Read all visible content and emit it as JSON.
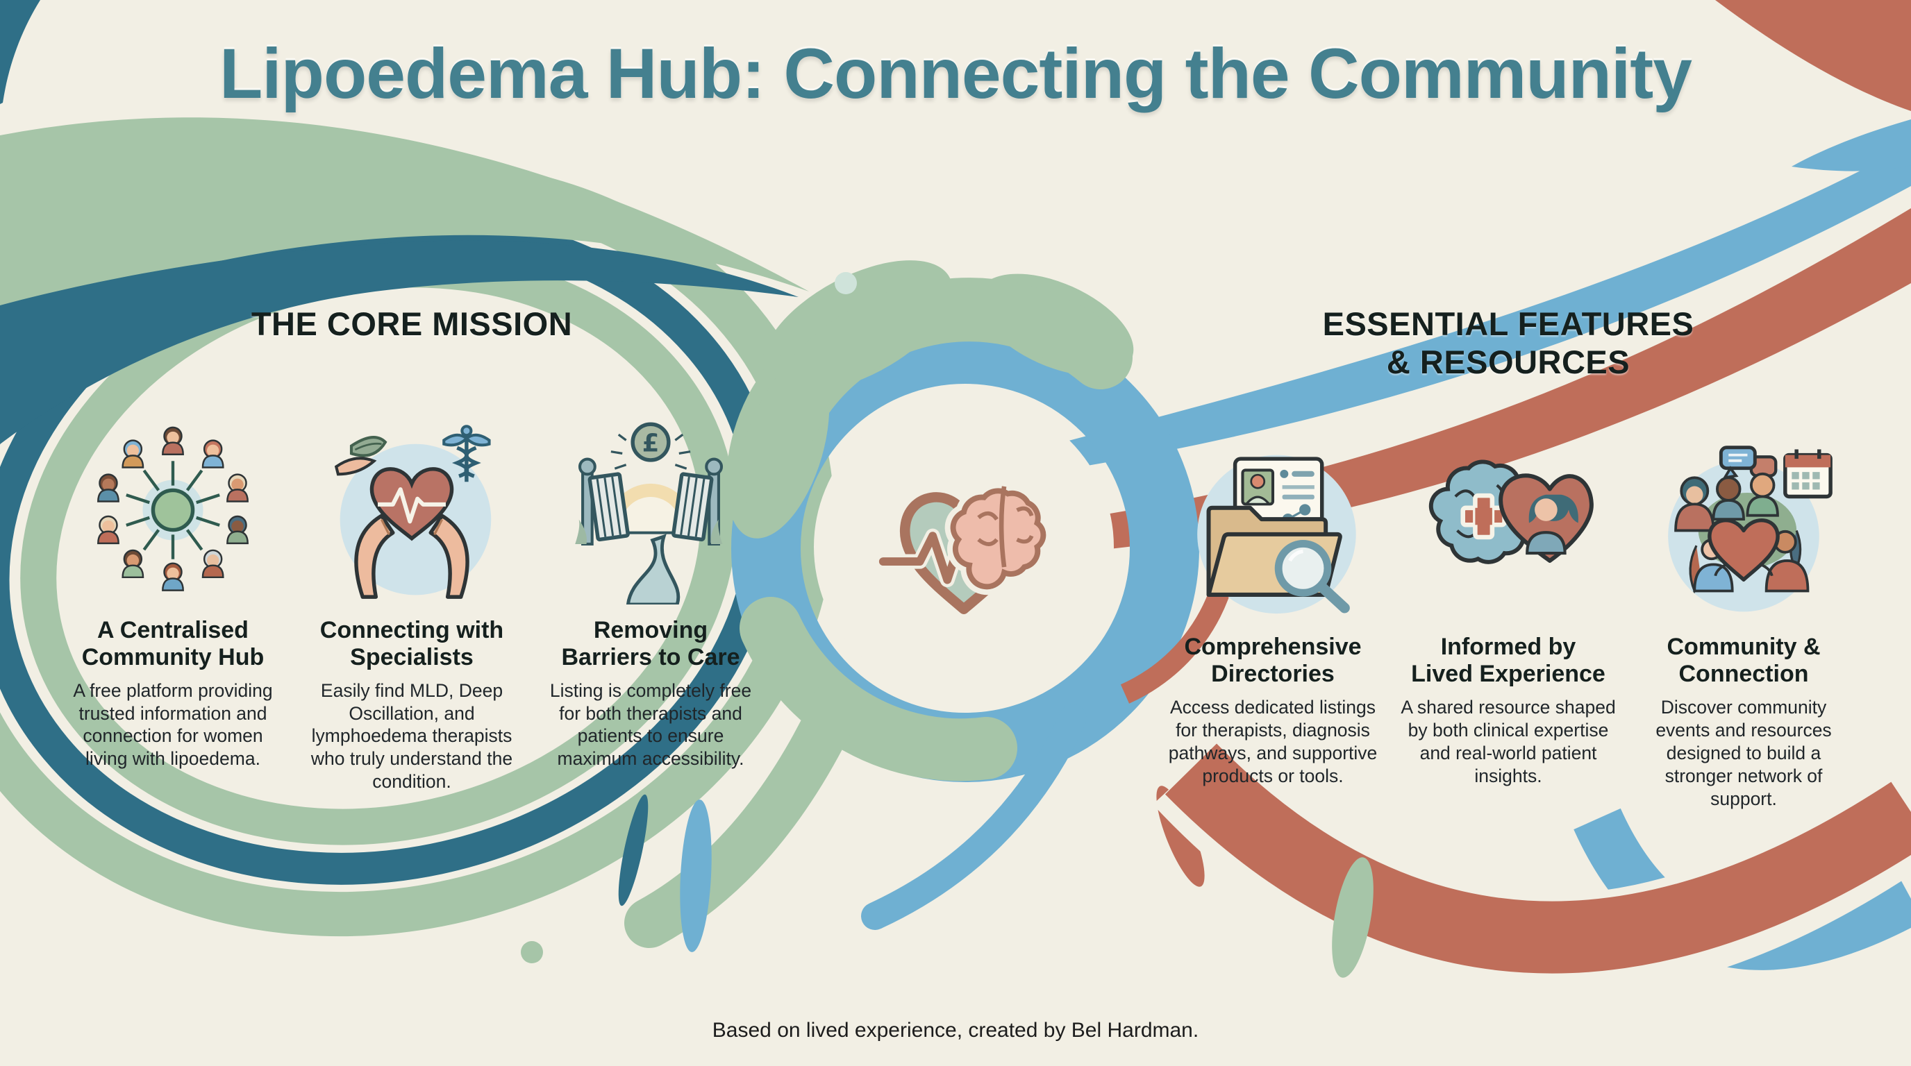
{
  "theme": {
    "colors": {
      "background": "#f2efe4",
      "title": "#44808f",
      "heading": "#15201e",
      "text": "#20262a",
      "sage": "#a6c5a8",
      "teal": "#2f6f87",
      "blue": "#6fb0d2",
      "terracotta": "#bf6e5a",
      "cream": "#f2efe4"
    }
  },
  "title": "Lipoedema Hub: Connecting the Community",
  "center_emblem_icon": "heart-brain-icon",
  "sections": {
    "mission": {
      "heading": "THE CORE MISSION",
      "items": [
        {
          "icon": "network-hub-icon",
          "title": "A Centralised Community Hub",
          "description": "A free platform providing trusted information and connection for women living with lipoedema."
        },
        {
          "icon": "caring-hands-heart-icon",
          "title": "Connecting with Specialists",
          "description": "Easily find MLD, Deep Oscillation, and lymphoedema therapists who truly understand the condition."
        },
        {
          "icon": "open-gates-path-icon",
          "title": "Removing Barriers to Care",
          "description": "Listing is completely free for both therapists and patients to ensure maximum accessibility."
        }
      ]
    },
    "features": {
      "heading_line1": "ESSENTIAL FEATURES",
      "heading_line2": "& RESOURCES",
      "items": [
        {
          "icon": "directory-folder-search-icon",
          "title": "Comprehensive Directories",
          "description": "Access dedicated listings for therapists, diagnosis pathways, and supportive products or tools."
        },
        {
          "icon": "brain-cross-heart-icon",
          "title": "Informed by Lived Experience",
          "description": "A shared resource shaped by both clinical expertise and real-world patient insights."
        },
        {
          "icon": "community-group-heart-icon",
          "title": "Community & Connection",
          "description": "Discover community events and resources designed to build a stronger network of support."
        }
      ]
    }
  },
  "footer": "Based on lived experience, created by Bel Hardman."
}
